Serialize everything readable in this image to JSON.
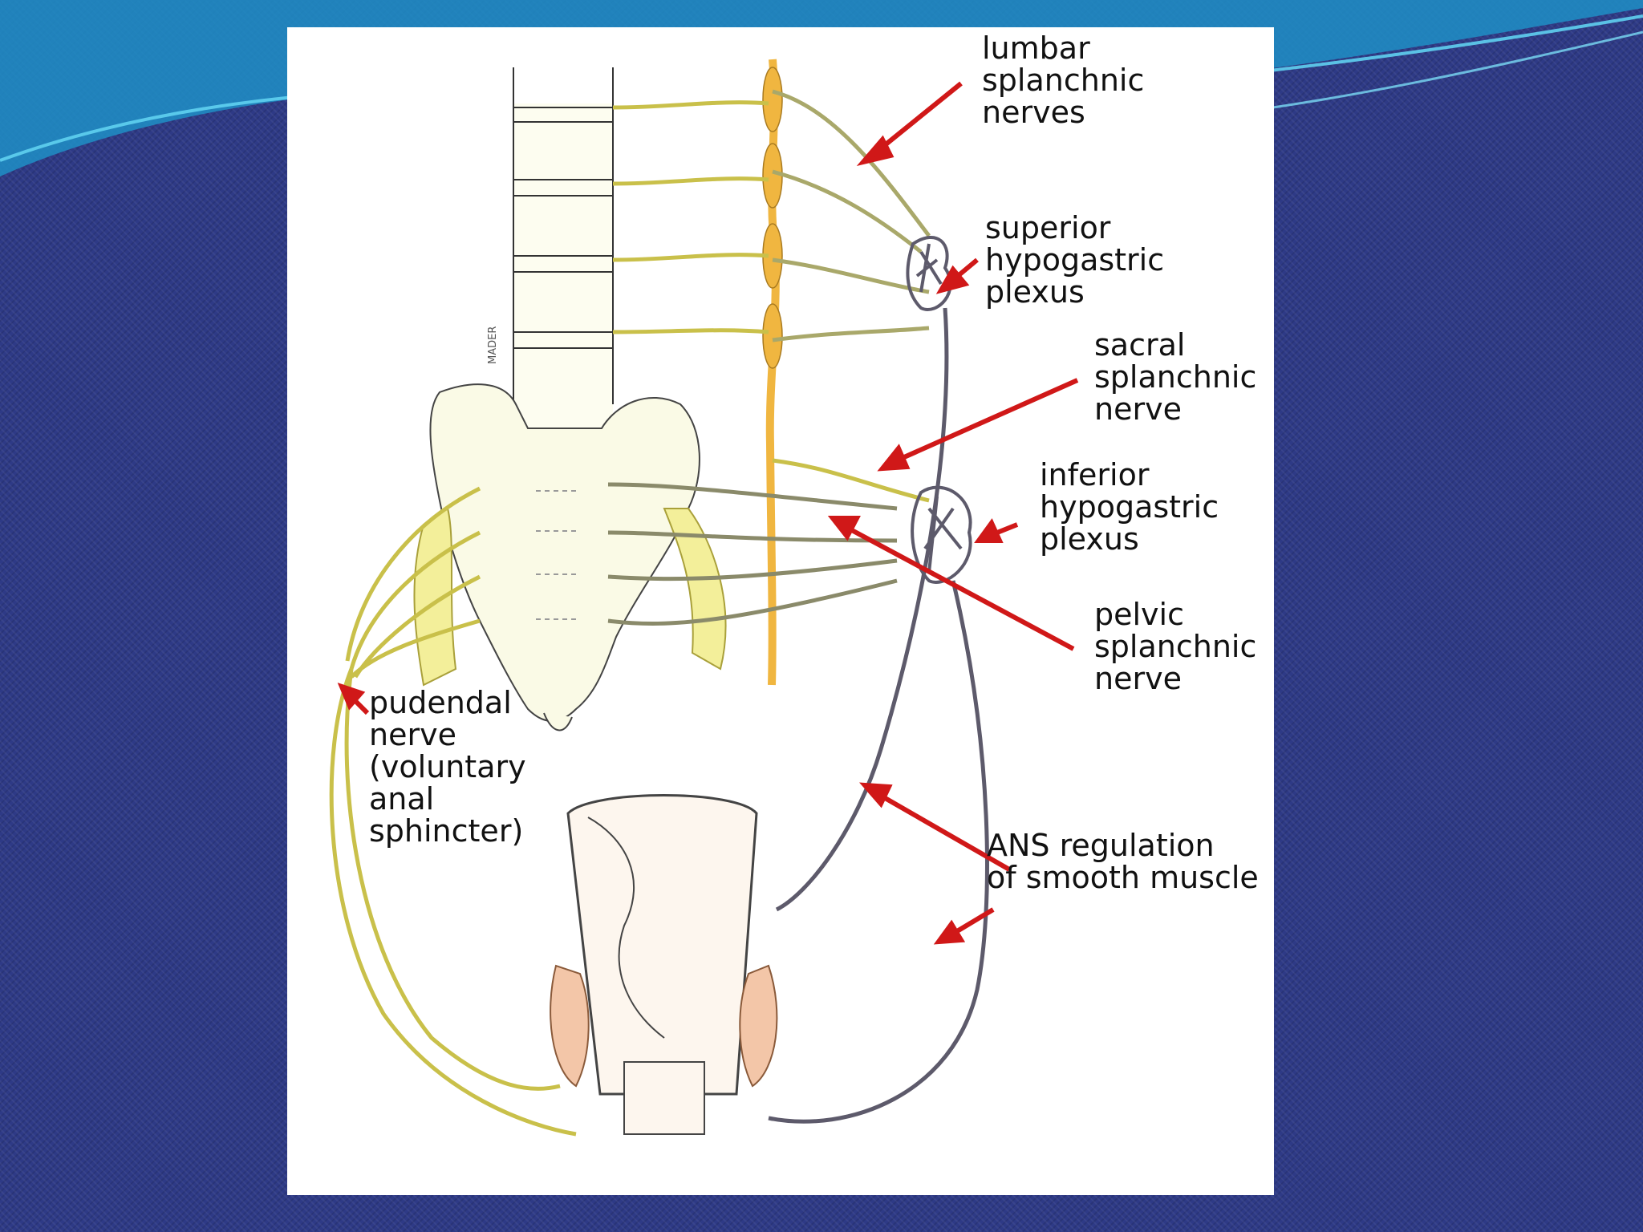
{
  "figure": {
    "signature": "MADER",
    "labels": {
      "lumbar_splanchnic": "lumbar\nsplanchnic\nnerves",
      "superior_hypogastric": "superior\nhypogastric\nplexus",
      "sacral_splanchnic": "sacral\nsplanchnic\nnerve",
      "inferior_hypogastric": "inferior\nhypogastric\nplexus",
      "pelvic_splanchnic": "pelvic\nsplanchnic\nnerve",
      "pudendal": "pudendal\nnerve\n(voluntary\nanal\nsphincter)",
      "ans": "ANS regulation\nof smooth muscle"
    }
  },
  "colors": {
    "slide_background": "#2e3a86",
    "wave_light": "#2bb0d8",
    "nerve_yellow": "#c9c04a",
    "nerve_gray": "#5d5a6b",
    "ganglion_orange": "#f0b640",
    "arrow_red": "#d01818",
    "bone": "#fbfbea",
    "muscle_pink": "#f3c6a8"
  }
}
